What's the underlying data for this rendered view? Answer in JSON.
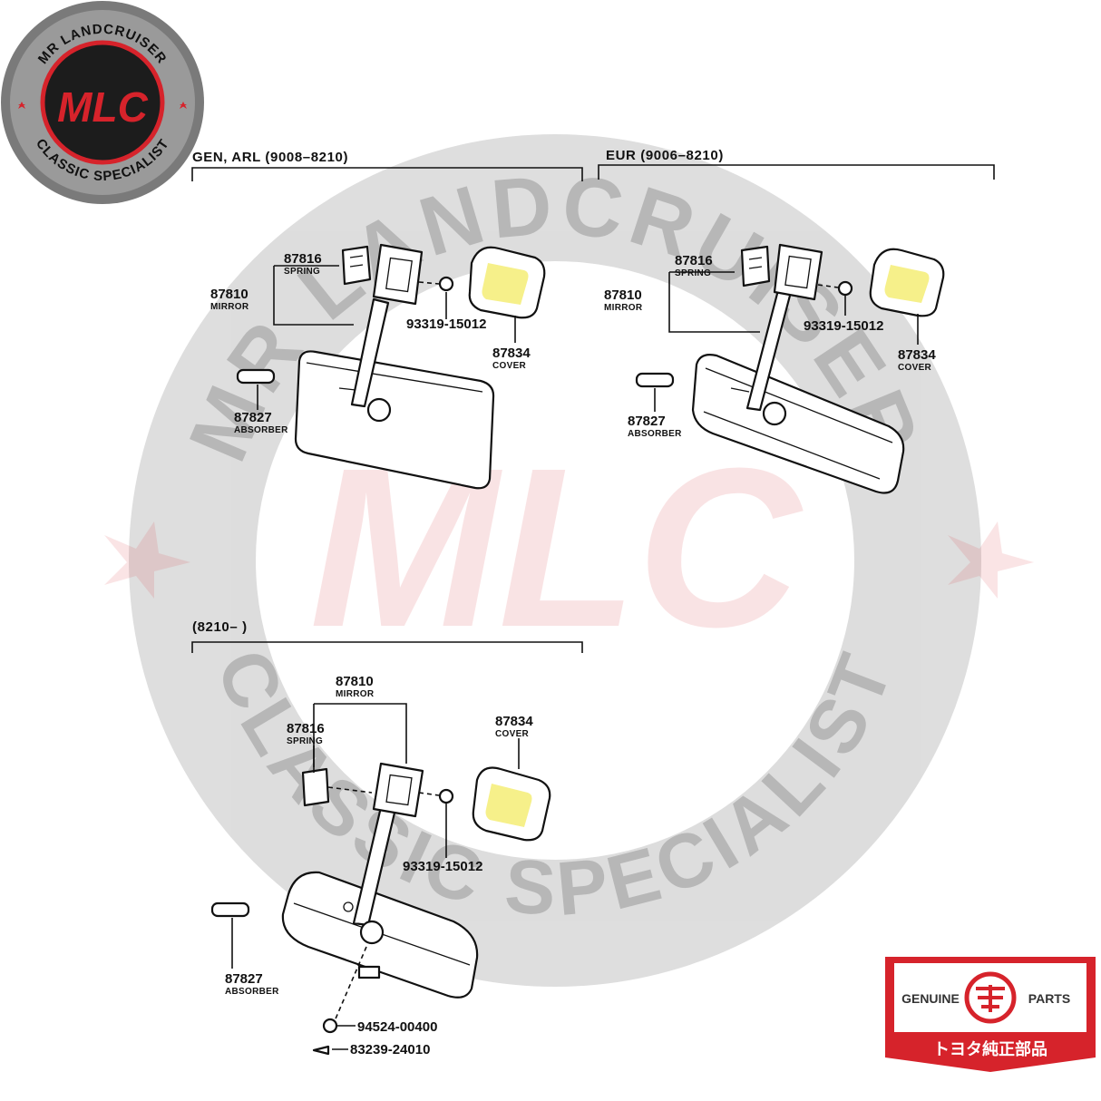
{
  "watermark": {
    "top_arc_text": "MR LANDCRUISER",
    "bottom_arc_text": "CLASSIC SPECIALIST",
    "center_logo": "MLC"
  },
  "corner_logo": {
    "top_text": "MR LANDCRUISER",
    "bottom_text": "CLASSIC SPECIALIST",
    "monogram": "MLC"
  },
  "genuine_badge": {
    "left": "GENUINE",
    "right": "PARTS",
    "bottom": "トヨタ純正部品",
    "emblem": "toyota-kanji-emblem"
  },
  "colors": {
    "accent_red": "#d6232b",
    "dark": "#222222",
    "highlight": "#f6f08a"
  },
  "sections": [
    {
      "header": "GEN, ARL  (9008–8210)",
      "labels": {
        "spring_num": "87816",
        "spring": "SPRING",
        "mirror_num": "87810",
        "mirror": "MIRROR",
        "screw": "93319-15012",
        "cover_num": "87834",
        "cover": "COVER",
        "absorber_num": "87827",
        "absorber": "ABSORBER"
      }
    },
    {
      "header": "EUR  (9006–8210)",
      "labels": {
        "spring_num": "87816",
        "spring": "SPRING",
        "mirror_num": "87810",
        "mirror": "MIRROR",
        "screw": "93319-15012",
        "cover_num": "87834",
        "cover": "COVER",
        "absorber_num": "87827",
        "absorber": "ABSORBER"
      }
    },
    {
      "header": "(8210–        )",
      "labels": {
        "mirror_num": "87810",
        "mirror": "MIRROR",
        "spring_num": "87816",
        "spring": "SPRING",
        "cover_num": "87834",
        "cover": "COVER",
        "screw": "93319-15012",
        "absorber_num": "87827",
        "absorber": "ABSORBER",
        "bolt": "94524-00400",
        "screw2": "83239-24010"
      }
    }
  ]
}
